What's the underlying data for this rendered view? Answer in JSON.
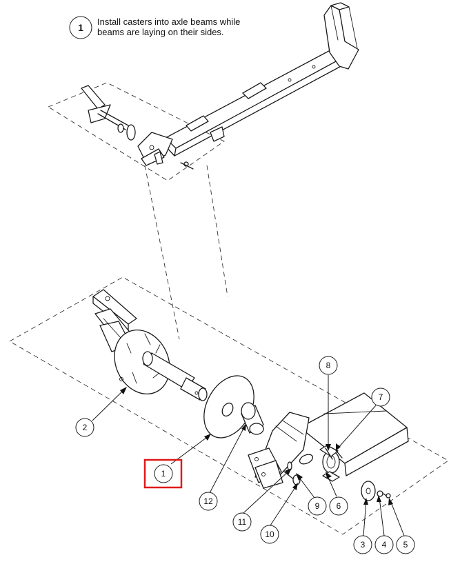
{
  "step": {
    "number": "1",
    "instruction_line1": "Install casters into axle beams while",
    "instruction_line2": "beams are laying on their sides."
  },
  "highlight_color": "#e01818",
  "balloons": [
    {
      "id": "b8",
      "label": "8"
    },
    {
      "id": "b7",
      "label": "7"
    },
    {
      "id": "b2",
      "label": "2"
    },
    {
      "id": "b1",
      "label": "1"
    },
    {
      "id": "b12",
      "label": "12"
    },
    {
      "id": "b9",
      "label": "9"
    },
    {
      "id": "b6",
      "label": "6"
    },
    {
      "id": "b11",
      "label": "11"
    },
    {
      "id": "b10",
      "label": "10"
    },
    {
      "id": "b3",
      "label": "3"
    },
    {
      "id": "b4",
      "label": "4"
    },
    {
      "id": "b5",
      "label": "5"
    }
  ]
}
